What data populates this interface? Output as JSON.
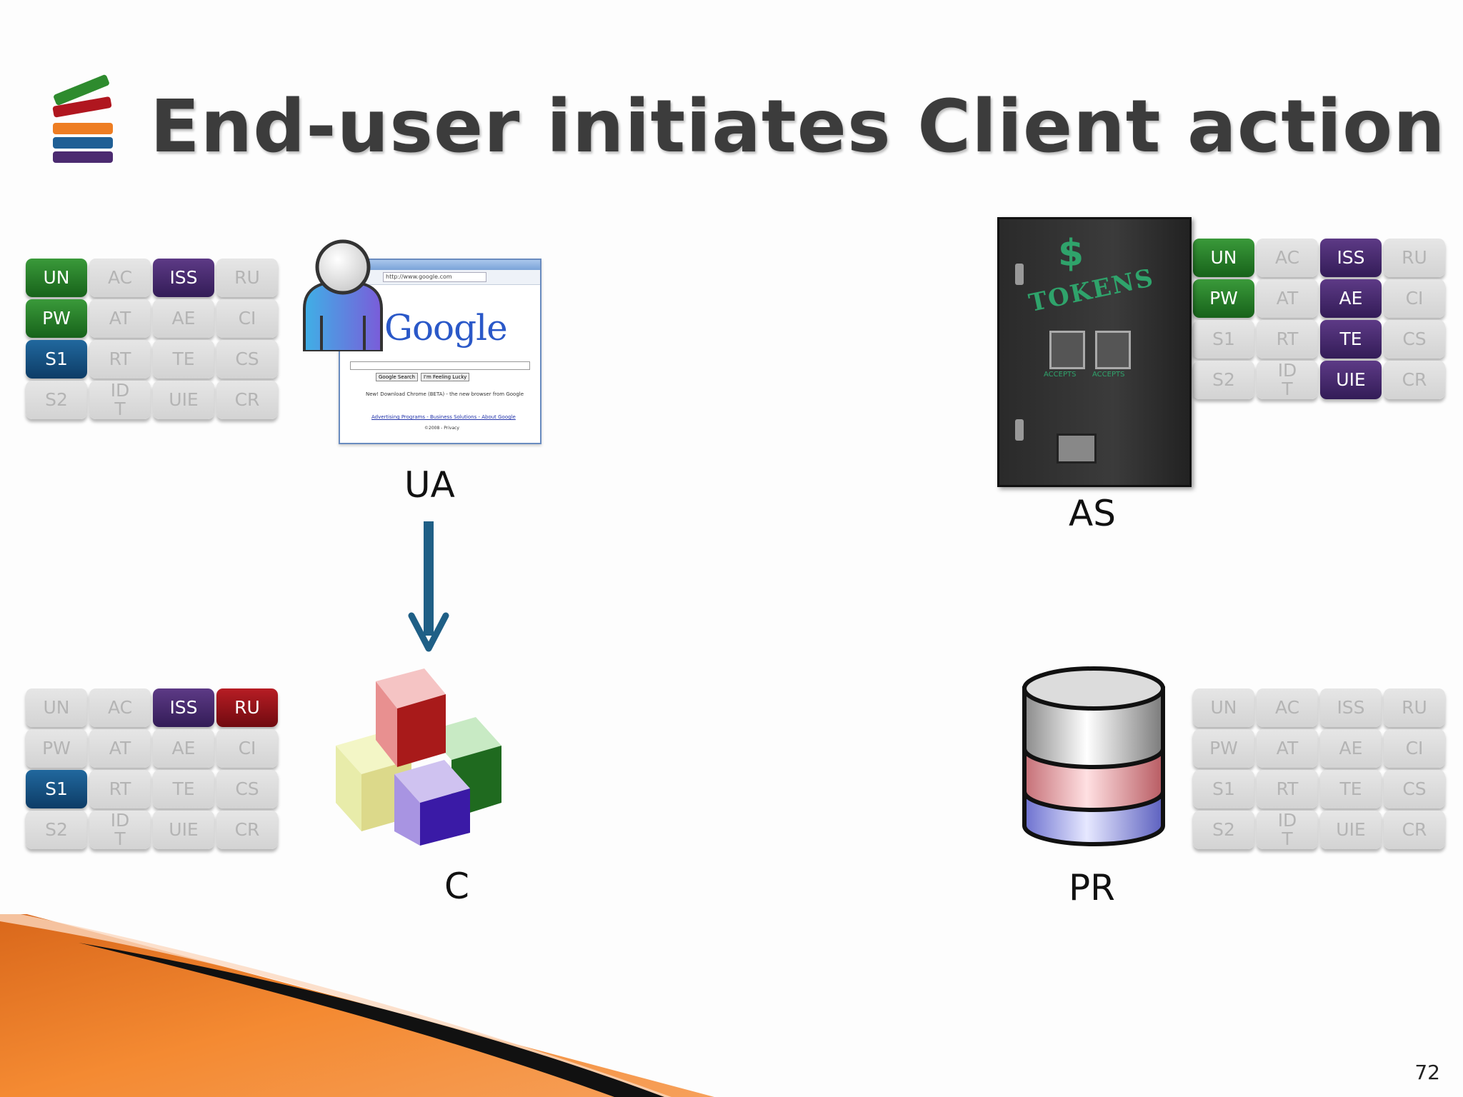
{
  "slide": {
    "title": "End-user initiates Client action",
    "page_number": "72"
  },
  "labels": {
    "ua": "UA",
    "as": "AS",
    "c": "C",
    "pr": "PR"
  },
  "browser": {
    "url": "http://www.google.com",
    "logo_text": "Google",
    "search_button": "Google Search",
    "lucky_button": "I'm Feeling Lucky",
    "promo": "New! Download Chrome (BETA) - the new browser from Google",
    "links": "Advertising Programs - Business Solutions - About Google",
    "footer": "©2008 - Privacy"
  },
  "machine": {
    "symbol": "$",
    "brand": "TOKENS",
    "slot_left": "ACCEPTS",
    "slot_right": "ACCEPTS"
  },
  "tile_grids": {
    "ua": [
      {
        "text": "UN",
        "state": "green"
      },
      {
        "text": "AC",
        "state": "inactive"
      },
      {
        "text": "ISS",
        "state": "purple"
      },
      {
        "text": "RU",
        "state": "inactive"
      },
      {
        "text": "PW",
        "state": "green"
      },
      {
        "text": "AT",
        "state": "inactive"
      },
      {
        "text": "AE",
        "state": "inactive"
      },
      {
        "text": "CI",
        "state": "inactive"
      },
      {
        "text": "S1",
        "state": "blue"
      },
      {
        "text": "RT",
        "state": "inactive"
      },
      {
        "text": "TE",
        "state": "inactive"
      },
      {
        "text": "CS",
        "state": "inactive"
      },
      {
        "text": "S2",
        "state": "inactive"
      },
      {
        "text": "ID\nT",
        "state": "inactive"
      },
      {
        "text": "UIE",
        "state": "inactive"
      },
      {
        "text": "CR",
        "state": "inactive"
      }
    ],
    "as": [
      {
        "text": "UN",
        "state": "green"
      },
      {
        "text": "AC",
        "state": "inactive"
      },
      {
        "text": "ISS",
        "state": "purple"
      },
      {
        "text": "RU",
        "state": "inactive"
      },
      {
        "text": "PW",
        "state": "green"
      },
      {
        "text": "AT",
        "state": "inactive"
      },
      {
        "text": "AE",
        "state": "purple"
      },
      {
        "text": "CI",
        "state": "inactive"
      },
      {
        "text": "S1",
        "state": "inactive"
      },
      {
        "text": "RT",
        "state": "inactive"
      },
      {
        "text": "TE",
        "state": "purple"
      },
      {
        "text": "CS",
        "state": "inactive"
      },
      {
        "text": "S2",
        "state": "inactive"
      },
      {
        "text": "ID\nT",
        "state": "inactive"
      },
      {
        "text": "UIE",
        "state": "purple"
      },
      {
        "text": "CR",
        "state": "inactive"
      }
    ],
    "c": [
      {
        "text": "UN",
        "state": "inactive"
      },
      {
        "text": "AC",
        "state": "inactive"
      },
      {
        "text": "ISS",
        "state": "purple"
      },
      {
        "text": "RU",
        "state": "red"
      },
      {
        "text": "PW",
        "state": "inactive"
      },
      {
        "text": "AT",
        "state": "inactive"
      },
      {
        "text": "AE",
        "state": "inactive"
      },
      {
        "text": "CI",
        "state": "inactive"
      },
      {
        "text": "S1",
        "state": "blue"
      },
      {
        "text": "RT",
        "state": "inactive"
      },
      {
        "text": "TE",
        "state": "inactive"
      },
      {
        "text": "CS",
        "state": "inactive"
      },
      {
        "text": "S2",
        "state": "inactive"
      },
      {
        "text": "ID\nT",
        "state": "inactive"
      },
      {
        "text": "UIE",
        "state": "inactive"
      },
      {
        "text": "CR",
        "state": "inactive"
      }
    ],
    "pr": [
      {
        "text": "UN",
        "state": "inactive"
      },
      {
        "text": "AC",
        "state": "inactive"
      },
      {
        "text": "ISS",
        "state": "inactive"
      },
      {
        "text": "RU",
        "state": "inactive"
      },
      {
        "text": "PW",
        "state": "inactive"
      },
      {
        "text": "AT",
        "state": "inactive"
      },
      {
        "text": "AE",
        "state": "inactive"
      },
      {
        "text": "CI",
        "state": "inactive"
      },
      {
        "text": "S1",
        "state": "inactive"
      },
      {
        "text": "RT",
        "state": "inactive"
      },
      {
        "text": "TE",
        "state": "inactive"
      },
      {
        "text": "CS",
        "state": "inactive"
      },
      {
        "text": "S2",
        "state": "inactive"
      },
      {
        "text": "ID\nT",
        "state": "inactive"
      },
      {
        "text": "UIE",
        "state": "inactive"
      },
      {
        "text": "CR",
        "state": "inactive"
      }
    ]
  },
  "colors": {
    "green": "#2a7f2c",
    "purple": "#4a2a70",
    "blue": "#174f84",
    "red": "#951219",
    "inactive": "#dcdcdc",
    "arrow": "#1f5f86",
    "swoosh_orange": "#f0802a"
  }
}
